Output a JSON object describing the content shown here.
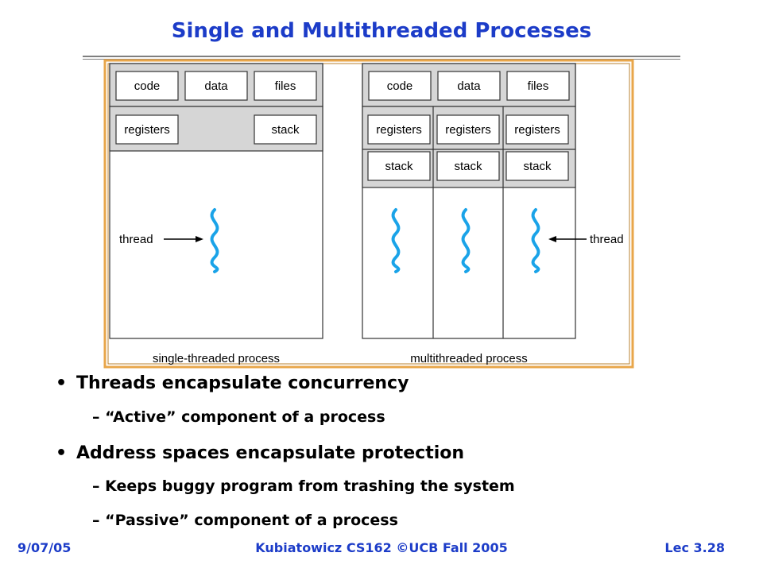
{
  "slide": {
    "title": "Single and Multithreaded Processes"
  },
  "diagram": {
    "single": {
      "shared": [
        "code",
        "data",
        "files"
      ],
      "registers": "registers",
      "stack": "stack",
      "thread_label": "thread",
      "caption": "single-threaded process"
    },
    "multi": {
      "shared": [
        "code",
        "data",
        "files"
      ],
      "registers": [
        "registers",
        "registers",
        "registers"
      ],
      "stacks": [
        "stack",
        "stack",
        "stack"
      ],
      "thread_label": "thread",
      "caption": "multithreaded process"
    },
    "colors": {
      "frame": "#e8a64a",
      "panel_fill": "#d6d6d6",
      "thread": "#1aa3e8"
    }
  },
  "bullets": [
    {
      "text": "Threads encapsulate concurrency",
      "sub": [
        "“Active” component of a process"
      ]
    },
    {
      "text": "Address spaces encapsulate protection",
      "sub": [
        "Keeps buggy program from trashing the system",
        "“Passive” component of a process"
      ]
    }
  ],
  "footer": {
    "left": "9/07/05",
    "center": "Kubiatowicz CS162 ©UCB Fall 2005",
    "right": "Lec 3.28"
  }
}
